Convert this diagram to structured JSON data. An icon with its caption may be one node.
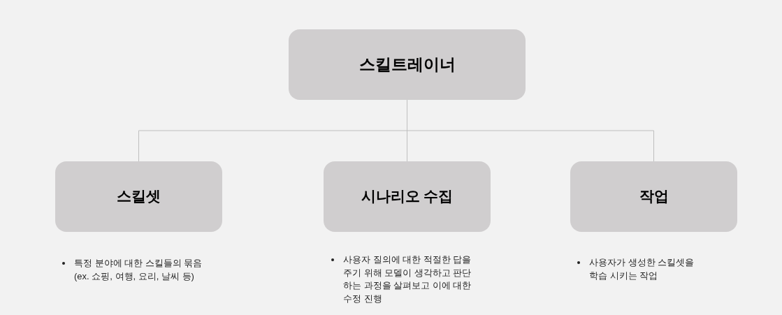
{
  "diagram": {
    "nodes": [
      {
        "text": [
          "스킬트레이너"
        ]
      },
      {
        "text": [
          "스킬셋"
        ],
        "beside": [
          "특정 분야에 대한 스킬들의 묶음 (ex. 쇼핑, 여행, 요리, 날씨 등)"
        ]
      },
      {
        "text": [
          "시나리오 수집"
        ],
        "beside": [
          "사용자 질의에 대한 적절한 답을 주기 위해 모델이 생각하고 판단 하는 과정을 살펴보고 이에 대한 수정 진행"
        ]
      },
      {
        "text": [
          "작업"
        ],
        "beside": [
          "사용자가 생성한 스킬셋을 학습 시키는 작업"
        ]
      }
    ],
    "edges": [
      {
        "from": 0,
        "to": 1,
        "arrow": "none"
      },
      {
        "from": 0,
        "to": 2,
        "arrow": "none"
      },
      {
        "from": 0,
        "to": 3,
        "arrow": "none"
      }
    ]
  }
}
